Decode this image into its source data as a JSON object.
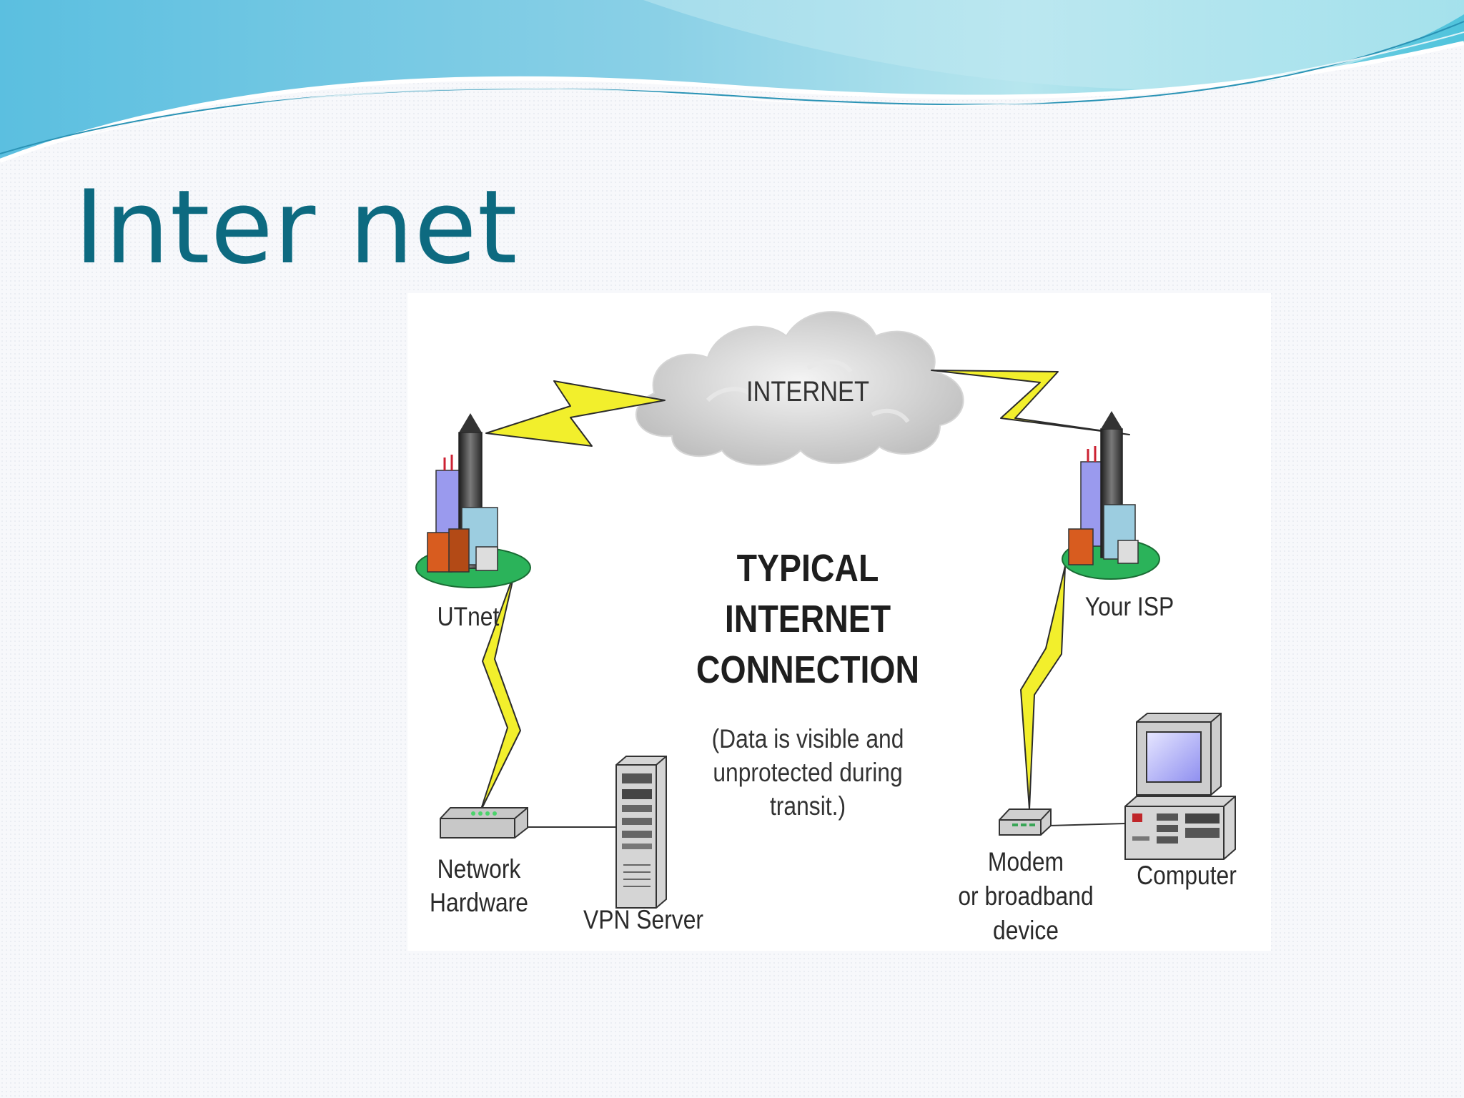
{
  "slide": {
    "title": "Inter net",
    "accent_color": "#0d6a80"
  },
  "diagram": {
    "cloud_label": "INTERNET",
    "center_title": "TYPICAL\nINTERNET\nCONNECTION",
    "center_note": "(Data is visible and\nunprotected during\ntransit.)",
    "nodes": {
      "utnet": "UTnet",
      "your_isp": "Your ISP",
      "network_hardware": "Network\nHardware",
      "vpn_server": "VPN Server",
      "modem": "Modem\nor broadband\ndevice",
      "computer": "Computer"
    },
    "icons": [
      "cloud-icon",
      "city-building-icon",
      "router-icon",
      "server-tower-icon",
      "modem-icon",
      "desktop-computer-icon",
      "lightning-bolt-icon"
    ],
    "lightning_color": "#f2ef2c"
  }
}
